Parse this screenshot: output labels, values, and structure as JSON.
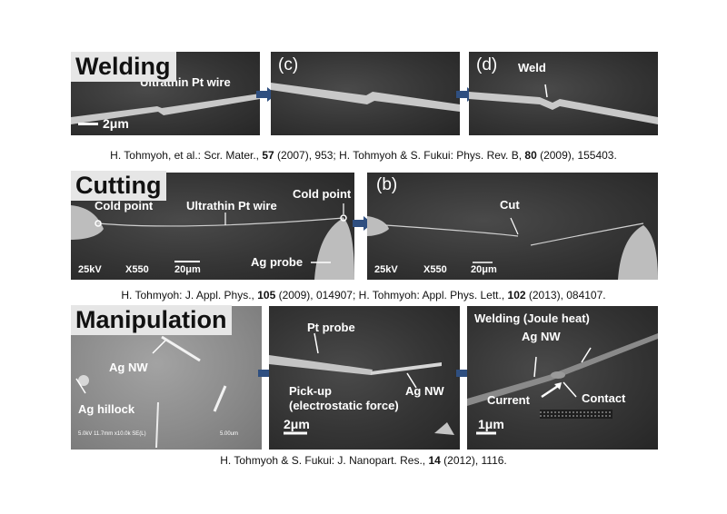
{
  "welding": {
    "title": "Welding",
    "panel_c": "(c)",
    "panel_d": "(d)",
    "label_wire": "Ultrathin Pt wire",
    "label_weld": "Weld",
    "scale": "2μm",
    "caption_a": "H. Tohmyoh, et al.: Scr. Mater., ",
    "caption_a_bold": "57",
    "caption_b": " (2007), 953; H. Tohmyoh & S. Fukui: Phys. Rev. B, ",
    "caption_b_bold": "80",
    "caption_c": " (2009), 155403."
  },
  "cutting": {
    "title": "Cutting",
    "panel_b": "(b)",
    "label_cold_left": "Cold point",
    "label_cold_right": "Cold point",
    "label_wire": "Ultrathin Pt wire",
    "label_probe": "Ag probe",
    "label_cut": "Cut",
    "info_kv": "25kV",
    "info_mag": "X550",
    "scale": "20μm",
    "caption_a": "H. Tohmyoh: J. Appl. Phys., ",
    "caption_a_bold": "105",
    "caption_b": " (2009), 014907; H. Tohmyoh: Appl. Phys. Lett., ",
    "caption_b_bold": "102",
    "caption_c": " (2013), 084107."
  },
  "manipulation": {
    "title": "Manipulation",
    "label_ag_nw_1": "Ag NW",
    "label_ag_hillock": "Ag hillock",
    "sem_footer_left": "5.0kV 11.7mm x10.0k SE(L)",
    "sem_footer_right": "5.00um",
    "label_pt_probe": "Pt probe",
    "label_pickup": "Pick-up",
    "label_pickup_2": "(electrostatic force)",
    "label_ag_nw_2": "Ag NW",
    "scale_2": "2μm",
    "label_joule": "Welding (Joule heat)",
    "label_ag_nw_3": "Ag NW",
    "label_current": "Current",
    "label_contact": "Contact",
    "scale_3": "1μm",
    "caption_a": "H. Tohmyoh & S. Fukui: J. Nanopart. Res., ",
    "caption_a_bold": "14",
    "caption_b": " (2012), 1116."
  }
}
